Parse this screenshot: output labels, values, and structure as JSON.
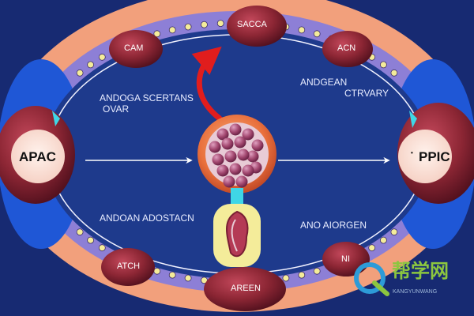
{
  "labels": {
    "top": "SACCA",
    "upper_left": "CAM",
    "upper_right": "ACN",
    "left_node": "APAC",
    "right_node": "PPIC",
    "right_node_prefix": "•",
    "left_text_line1": "ANDOGA SCERTANS",
    "left_text_line2": "OVAR",
    "right_text_line1": "ANDGEAN",
    "right_text_line2": "CTRVARY",
    "lower_left_text": "ANDOAN ADOSTACN",
    "lower_right_text": "ANO AIORGEN",
    "lower_left": "ATCH",
    "lower_right": "NI",
    "bottom": "AREEN"
  },
  "watermark": {
    "chinese": "帮学网",
    "latin": "KANGYUNWANG"
  },
  "colors": {
    "background": "#172a72",
    "ring_outer": "#f2a07c",
    "ring_inner": "#1e3a8c",
    "side_blue": "#1f57d6",
    "node": "#8c2634",
    "bead": "#f4ec9a",
    "arrow_red": "#e11d1d",
    "center_cell": "#e9703d",
    "sphere": "#a2476f"
  }
}
